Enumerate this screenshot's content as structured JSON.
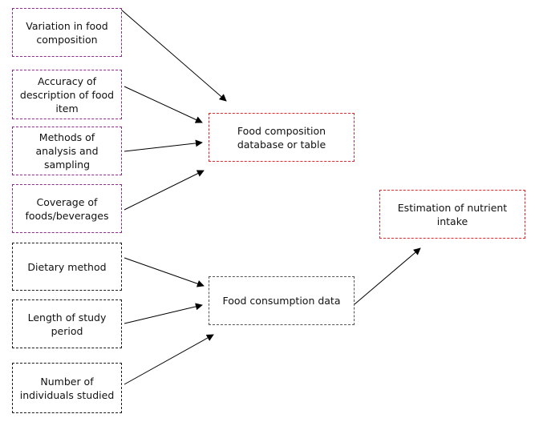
{
  "colors": {
    "purple_border": "#8e2a8b",
    "black_border": "#1a1a1a",
    "red_border": "#e0262d",
    "grey_border": "#555555",
    "arrow": "#000000"
  },
  "factors": {
    "variation": "Variation in food composition",
    "accuracy": "Accuracy of description of food item",
    "methods": "Methods of analysis and sampling",
    "coverage": "Coverage of foods/beverages",
    "dietary": "Dietary method",
    "length": "Length of study period",
    "individuals": "Number of individuals studied"
  },
  "nodes": {
    "food_composition": "Food composition database or table",
    "food_consumption": "Food consumption data",
    "estimation": "Estimation of nutrient intake"
  }
}
